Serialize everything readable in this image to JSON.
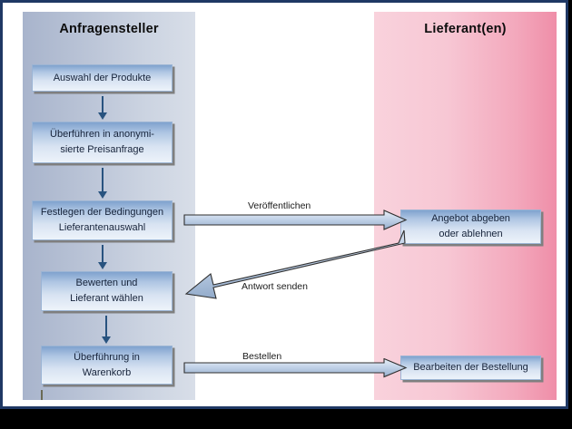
{
  "diagram": {
    "title_visible": false,
    "lanes": [
      {
        "id": "anfragenersteller",
        "title": "Anfragensteller",
        "color": "#B9C3D6",
        "steps": [
          {
            "id": "auswahl",
            "lines": [
              "Auswahl der Produkte"
            ]
          },
          {
            "id": "ueberfuehren",
            "lines": [
              "Überführen in anonymi-",
              "sierte Preisanfrage"
            ]
          },
          {
            "id": "festlegen",
            "lines": [
              "Festlegen der Bedingungen",
              "Lieferantenauswahl"
            ]
          },
          {
            "id": "bewerten",
            "lines": [
              "Bewerten und",
              "Lieferant wählen"
            ]
          },
          {
            "id": "ueberfuehrung",
            "lines": [
              "Überführung in",
              "Warenkorb"
            ]
          }
        ]
      },
      {
        "id": "lieferant",
        "title": "Lieferant(en)",
        "color": "#F3A8BC",
        "steps": [
          {
            "id": "angebot",
            "lines": [
              "Angebot abgeben",
              "oder ablehnen"
            ]
          },
          {
            "id": "bearbeiten",
            "lines": [
              "Bearbeiten der Bestellung"
            ]
          }
        ]
      }
    ],
    "flows": [
      {
        "id": "veroeffentlichen",
        "label": "Veröffentlichen",
        "direction": "left-to-right",
        "from": "festlegen",
        "to": "angebot"
      },
      {
        "id": "antwort",
        "label": "Antwort senden",
        "direction": "right-to-left",
        "from": "angebot",
        "to": "bewerten"
      },
      {
        "id": "bestellen",
        "label": "Bestellen",
        "direction": "left-to-right",
        "from": "ueberfuehrung",
        "to": "bearbeiten"
      }
    ],
    "colors": {
      "frame_border": "#1F3864",
      "box_fill_top": "#7FA2CE",
      "box_fill_bottom": "#EDF3FA",
      "connector": "#28537F",
      "arrow_fill": "#C3D3E8",
      "arrow_stroke": "#333333",
      "background": "#FFFFFF",
      "outer": "#000000"
    }
  }
}
